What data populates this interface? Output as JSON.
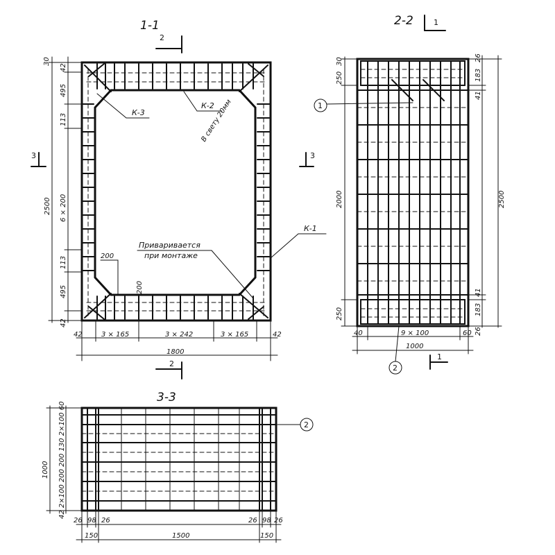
{
  "sections": {
    "s11": {
      "title": "1-1",
      "cut_mark": "2"
    },
    "s22": {
      "title": "2-2",
      "cut_mark": "1"
    },
    "s33": {
      "title": "3-3"
    }
  },
  "s11_dims": {
    "top_30": "30",
    "left_42_top": "42",
    "v495_top": "495",
    "v113_top": "113",
    "v2500": "2500",
    "v6x200": "6 × 200",
    "v113_bottom": "113",
    "v495_bottom": "495",
    "left_42_bottom": "42",
    "h42_left": "42",
    "h3x165_left": "3 × 165",
    "h3x242": "3 × 242",
    "h3x165_right": "3 × 165",
    "h42_right": "42",
    "h1800": "1800",
    "inner_200_h": "200",
    "inner_200_v": "200",
    "cut3_left": "3",
    "cut3_right": "3",
    "cut2_bottom": "2"
  },
  "s11_labels": {
    "k3": "К-3",
    "k2": "К-2",
    "k1": "К-1",
    "clear_span": "В свету 20мм",
    "weld_note_1": "Приваривается",
    "weld_note_2": "при монтаже"
  },
  "s22_dims": {
    "top_30": "30",
    "v250_top": "250",
    "v2000": "2000",
    "v250_bottom": "250",
    "r26_top": "26",
    "r183_top": "183",
    "r41_top": "41",
    "r2500": "2500",
    "r41_bottom": "41",
    "r183_bottom": "183",
    "r26_bottom": "26",
    "h40": "40",
    "h9x100": "9 × 100",
    "h60": "60",
    "h1000": "1000",
    "cut1_bottom": "1"
  },
  "s22_callouts": {
    "c1": "1",
    "c2": "2"
  },
  "s33_dims": {
    "v1000": "1000",
    "v_segments": "42 2×100 200 200 130 2×100 60",
    "b26_l": "26",
    "b98_l": "98",
    "b26_l2": "26",
    "b26_r": "26",
    "b98_r": "98",
    "b26_r2": "26",
    "b150_l": "150",
    "b1500": "1500",
    "b150_r": "150"
  },
  "s33_callouts": {
    "c2": "2"
  }
}
